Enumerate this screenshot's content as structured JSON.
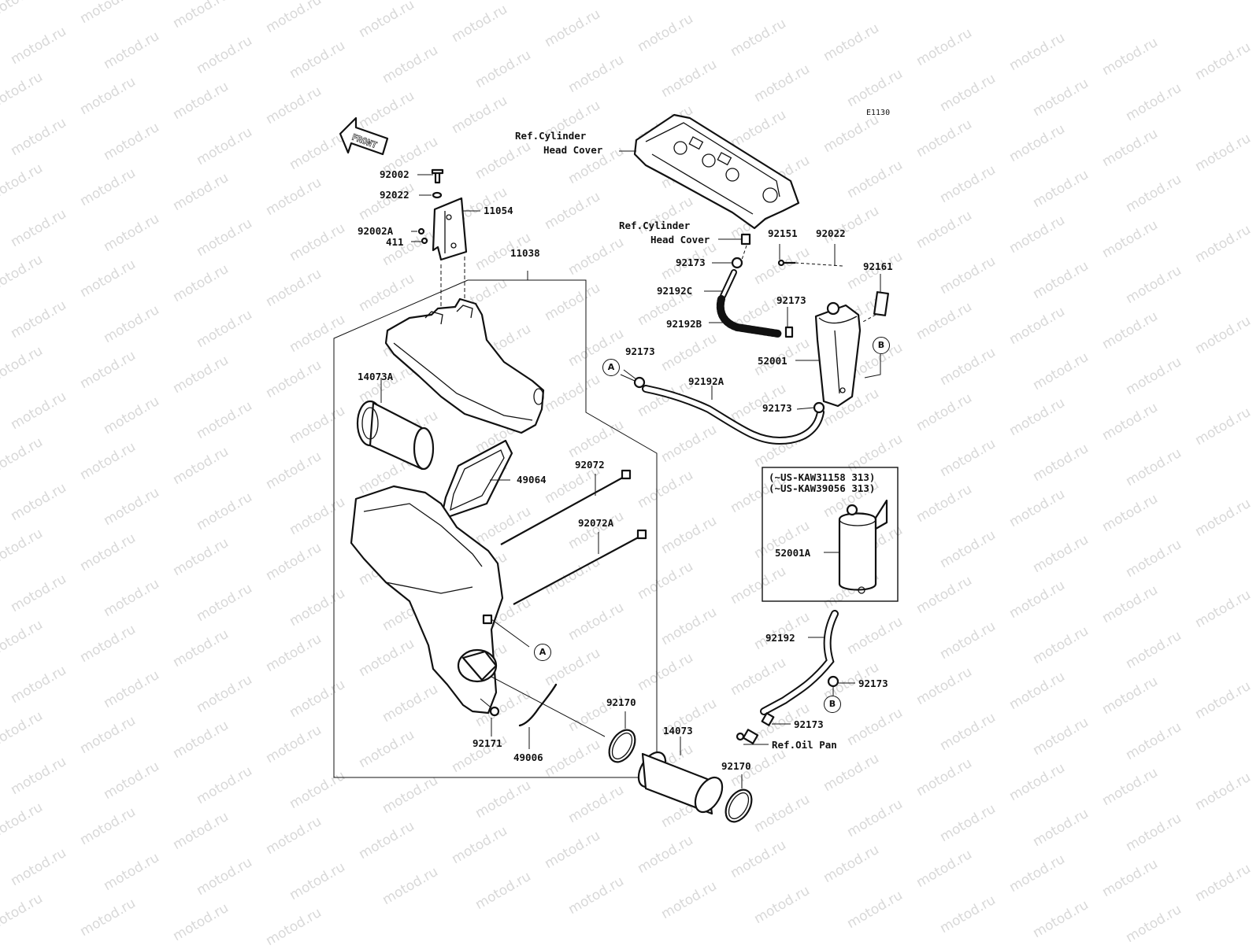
{
  "diagram": {
    "code": "E1130",
    "front_label": "FRONT",
    "watermark": "motod.ru",
    "callouts": {
      "a": "A",
      "b": "B"
    },
    "labels": {
      "ref_cyl_head_cover_1_line1": "Ref.Cylinder",
      "ref_cyl_head_cover_1_line2": "Head Cover",
      "ref_cyl_head_cover_2_line1": "Ref.Cylinder",
      "ref_cyl_head_cover_2_line2": "Head Cover",
      "p92002": "92002",
      "p92022_left": "92022",
      "p11054": "11054",
      "p92002A": "92002A",
      "p411": "411",
      "p11038": "11038",
      "p14073A": "14073A",
      "p49064": "49064",
      "p92072": "92072",
      "p92072A": "92072A",
      "p92171": "92171",
      "p49006": "49006",
      "p92170_a": "92170",
      "p14073": "14073",
      "p92170_b": "92170",
      "p92151": "92151",
      "p92022_right": "92022",
      "p92161": "92161",
      "p92173_a": "92173",
      "p92192C": "92192C",
      "p92173_b": "92173",
      "p92192B": "92192B",
      "p92173_c": "92173",
      "p52001": "52001",
      "p92192A": "92192A",
      "p92173_d": "92173",
      "box_note_1": "(~US-KAW31158 313)",
      "box_note_2": "(~US-KAW39056 313)",
      "p52001A": "52001A",
      "p92192": "92192",
      "p92173_e": "92173",
      "p92173_f": "92173",
      "ref_oil_pan": "Ref.Oil Pan"
    }
  }
}
